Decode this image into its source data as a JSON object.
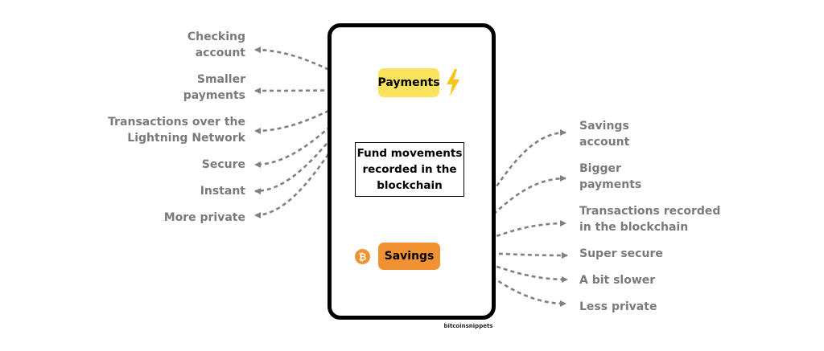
{
  "left_labels": [
    {
      "text": "Checking\naccount"
    },
    {
      "text": "Smaller\npayments"
    },
    {
      "text": "Transactions over the\nLightning Network"
    },
    {
      "text": "Secure"
    },
    {
      "text": "Instant"
    },
    {
      "text": "More private"
    }
  ],
  "right_labels": [
    {
      "text": "Savings\naccount"
    },
    {
      "text": "Bigger\npayments"
    },
    {
      "text": "Transactions recorded\nin the blockchain"
    },
    {
      "text": "Super secure"
    },
    {
      "text": "A bit slower"
    },
    {
      "text": "Less private"
    }
  ],
  "payments_label": "Payments",
  "savings_label": "Savings",
  "center_text": "Fund movements\nrecorded in the\nblockchain",
  "bitcoin_symbol": "₿",
  "credit": "bitcoinsnippets",
  "colors": {
    "payments": "#f9e35c",
    "savings": "#f09232",
    "arrows": "#808080",
    "labels": "#7a7a7a",
    "lightning": "#f5c518"
  },
  "icons": {
    "payments_icon": "lightning-bolt-icon",
    "savings_icon": "bitcoin-icon"
  }
}
